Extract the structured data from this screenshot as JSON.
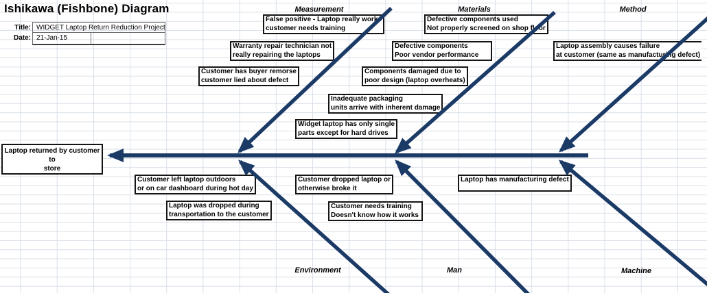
{
  "sheet_title": "Ishikawa (Fishbone) Diagram",
  "header": {
    "title_label": "Title:",
    "title_value": "WIDGET Laptop Return Reduction Project",
    "date_label": "Date:",
    "date_value": "21-Jan-15"
  },
  "effect": {
    "line1": "Laptop returned by customer to",
    "line2": "store"
  },
  "categories": [
    {
      "label": "Measurement",
      "position": "top"
    },
    {
      "label": "Materials",
      "position": "top"
    },
    {
      "label": "Method",
      "position": "top"
    },
    {
      "label": "Environment",
      "position": "bottom"
    },
    {
      "label": "Man",
      "position": "bottom"
    },
    {
      "label": "Machine",
      "position": "bottom"
    }
  ],
  "causes": [
    {
      "category": "Measurement",
      "line1": "False positive - Laptop really works",
      "line2": "customer needs training"
    },
    {
      "category": "Measurement",
      "line1": "Warranty repair technician not",
      "line2": "really repairing the laptops"
    },
    {
      "category": "Measurement",
      "line1": "Customer has buyer remorse",
      "line2": "customer lied about defect"
    },
    {
      "category": "Materials",
      "line1": "Defective components used",
      "line2": "Not properly screened on shop floor"
    },
    {
      "category": "Materials",
      "line1": "Defective components",
      "line2": "Poor vendor performance"
    },
    {
      "category": "Materials",
      "line1": "Components damaged due to",
      "line2": "poor design (laptop overheats)"
    },
    {
      "category": "Materials",
      "line1": "Inadequate packaging",
      "line2": "units arrive with inherent damage"
    },
    {
      "category": "Materials",
      "line1": "Widget laptop has only single",
      "line2": "parts except for hard drives"
    },
    {
      "category": "Method",
      "line1": "Laptop assembly causes failure",
      "line2": "at customer (same as manufacturing defect)"
    },
    {
      "category": "Environment",
      "line1": "Customer left laptop outdoors",
      "line2": "or on car dashboard during hot day"
    },
    {
      "category": "Environment",
      "line1": "Laptop was dropped during",
      "line2": "transportation to the customer"
    },
    {
      "category": "Man",
      "line1": "Customer dropped laptop or",
      "line2": "otherwise broke it"
    },
    {
      "category": "Man",
      "line1": "Customer needs training",
      "line2": "Doesn't know how it works"
    },
    {
      "category": "Machine",
      "line1": "Laptop has manufacturing defect",
      "line2": ""
    }
  ],
  "colors": {
    "bone": "#1b3a66",
    "grid_line": "#d9dfe8",
    "box_border": "#141414"
  }
}
